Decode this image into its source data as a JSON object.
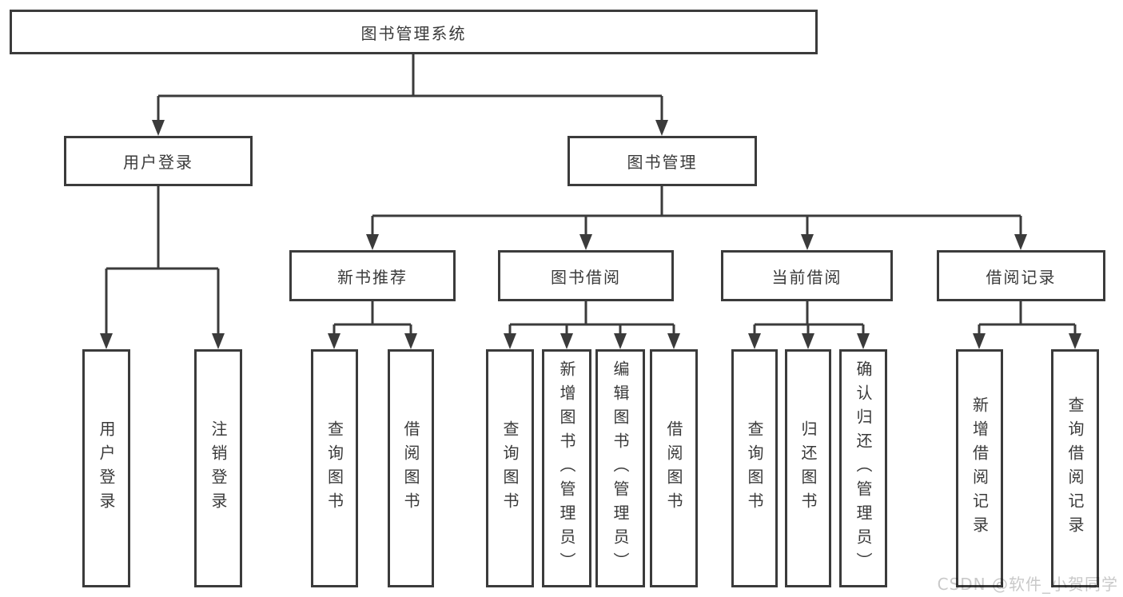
{
  "nodes": {
    "root": "图书管理系统",
    "user_login": "用户登录",
    "book_mgmt": "图书管理",
    "new_books": "新书推荐",
    "book_borrow": "图书借阅",
    "current_borrow": "当前借阅",
    "borrow_records": "借阅记录"
  },
  "leaves": {
    "user_login": [
      "用户登录",
      "注销登录"
    ],
    "new_books": [
      "查询图书",
      "借阅图书"
    ],
    "book_borrow": [
      "查询图书",
      "新增图书（管理员）",
      "编辑图书（管理员）",
      "借阅图书"
    ],
    "current_borrow": [
      "查询图书",
      "归还图书",
      "确认归还（管理员）"
    ],
    "borrow_records": [
      "新增借阅记录",
      "查询借阅记录"
    ]
  },
  "watermark": {
    "text": "CSDN @软件_小贺同学"
  },
  "colors": {
    "line": "#3b3b3b",
    "watermark_text": "#c9c9c9",
    "background": "#ffffff"
  }
}
